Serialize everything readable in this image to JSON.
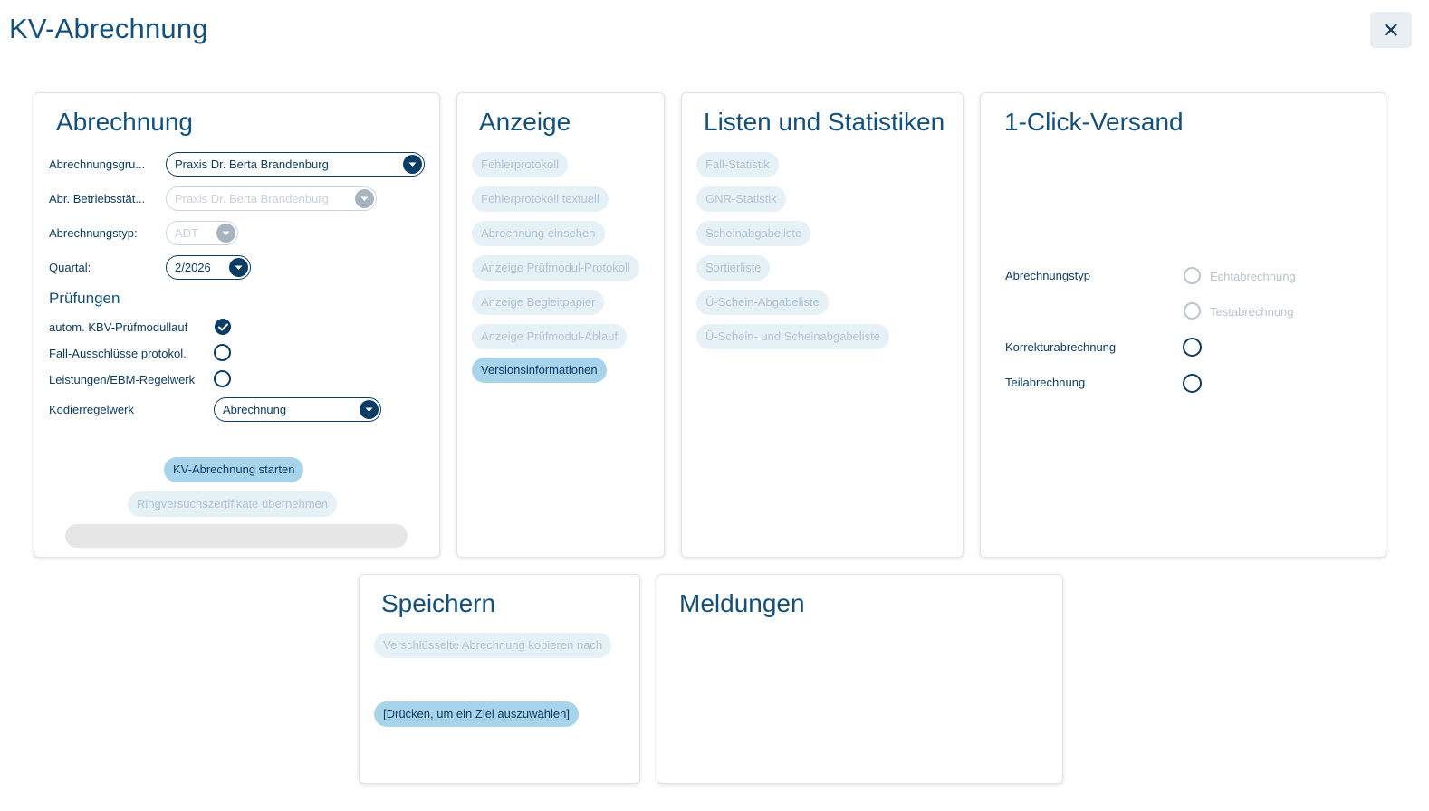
{
  "window": {
    "title": "KV-Abrechnung",
    "close_icon": "close-icon"
  },
  "abrechnung": {
    "title": "Abrechnung",
    "fields": {
      "gruppe_label": "Abrechnungsgru...",
      "gruppe_value": "Praxis Dr. Berta Brandenburg",
      "betrieb_label": "Abr. Betriebsstät...",
      "betrieb_value": "Praxis Dr. Berta Brandenburg",
      "typ_label": "Abrechnungstyp:",
      "typ_value": "ADT",
      "quartal_label": "Quartal:",
      "quartal_value": "2/2026"
    },
    "pruefungen": {
      "title": "Prüfungen",
      "items": [
        {
          "label": "autom. KBV-Prüfmodullauf",
          "checked": true
        },
        {
          "label": "Fall-Ausschlüsse protokol.",
          "checked": false
        },
        {
          "label": "Leistungen/EBM-Regelwerk",
          "checked": false
        }
      ],
      "kodier_label": "Kodierregelwerk",
      "kodier_value": "Abrechnung"
    },
    "start_button": "KV-Abrechnung starten",
    "ring_button": "Ringversuchszertifikate übernehmen",
    "progress": 0
  },
  "anzeige": {
    "title": "Anzeige",
    "buttons": [
      {
        "label": "Fehlerprotokoll",
        "enabled": false
      },
      {
        "label": "Fehlerprotokoll textuell",
        "enabled": false
      },
      {
        "label": "Abrechnung einsehen",
        "enabled": false
      },
      {
        "label": "Anzeige Prüfmodul-Protokoll",
        "enabled": false
      },
      {
        "label": "Anzeige Begleitpapier",
        "enabled": false
      },
      {
        "label": "Anzeige Prüfmodul-Ablauf",
        "enabled": false
      },
      {
        "label": "Versionsinformationen",
        "enabled": true
      }
    ]
  },
  "listen": {
    "title": "Listen und Statistiken",
    "buttons": [
      {
        "label": "Fall-Statistik",
        "enabled": false
      },
      {
        "label": "GNR-Statistik",
        "enabled": false
      },
      {
        "label": "Scheinabgabeliste",
        "enabled": false
      },
      {
        "label": "Sortierliste",
        "enabled": false
      },
      {
        "label": "Ü-Schein-Abgabeliste",
        "enabled": false
      },
      {
        "label": "Ü-Schein- und Scheinabgabeliste",
        "enabled": false
      }
    ]
  },
  "versand": {
    "title": "1-Click-Versand",
    "typ_label": "Abrechnungstyp",
    "echt": "Echtabrechnung",
    "test": "Testabrechnung",
    "korrektur": "Korrekturabrechnung",
    "teil": "Teilabrechnung"
  },
  "speichern": {
    "title": "Speichern",
    "copy_button": "Verschlüsselte Abrechnung kopieren nach",
    "target_button": "[Drücken, um ein Ziel auszuwählen]"
  },
  "meldungen": {
    "title": "Meldungen"
  },
  "colors": {
    "primary": "#0b3d64",
    "accent": "#a7d4ea",
    "disabled": "#e5f0f7"
  }
}
